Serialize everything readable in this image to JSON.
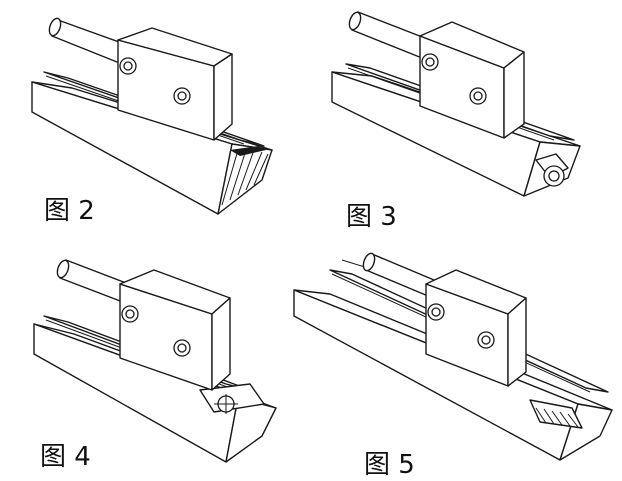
{
  "figures": [
    {
      "id": "fig2",
      "caption": "图 2",
      "feature": "hatched-end"
    },
    {
      "id": "fig3",
      "caption": "图 3",
      "feature": "end-plug"
    },
    {
      "id": "fig4",
      "caption": "图 4",
      "feature": "end-target-plate"
    },
    {
      "id": "fig5",
      "caption": "图 5",
      "feature": "striped-end"
    }
  ]
}
